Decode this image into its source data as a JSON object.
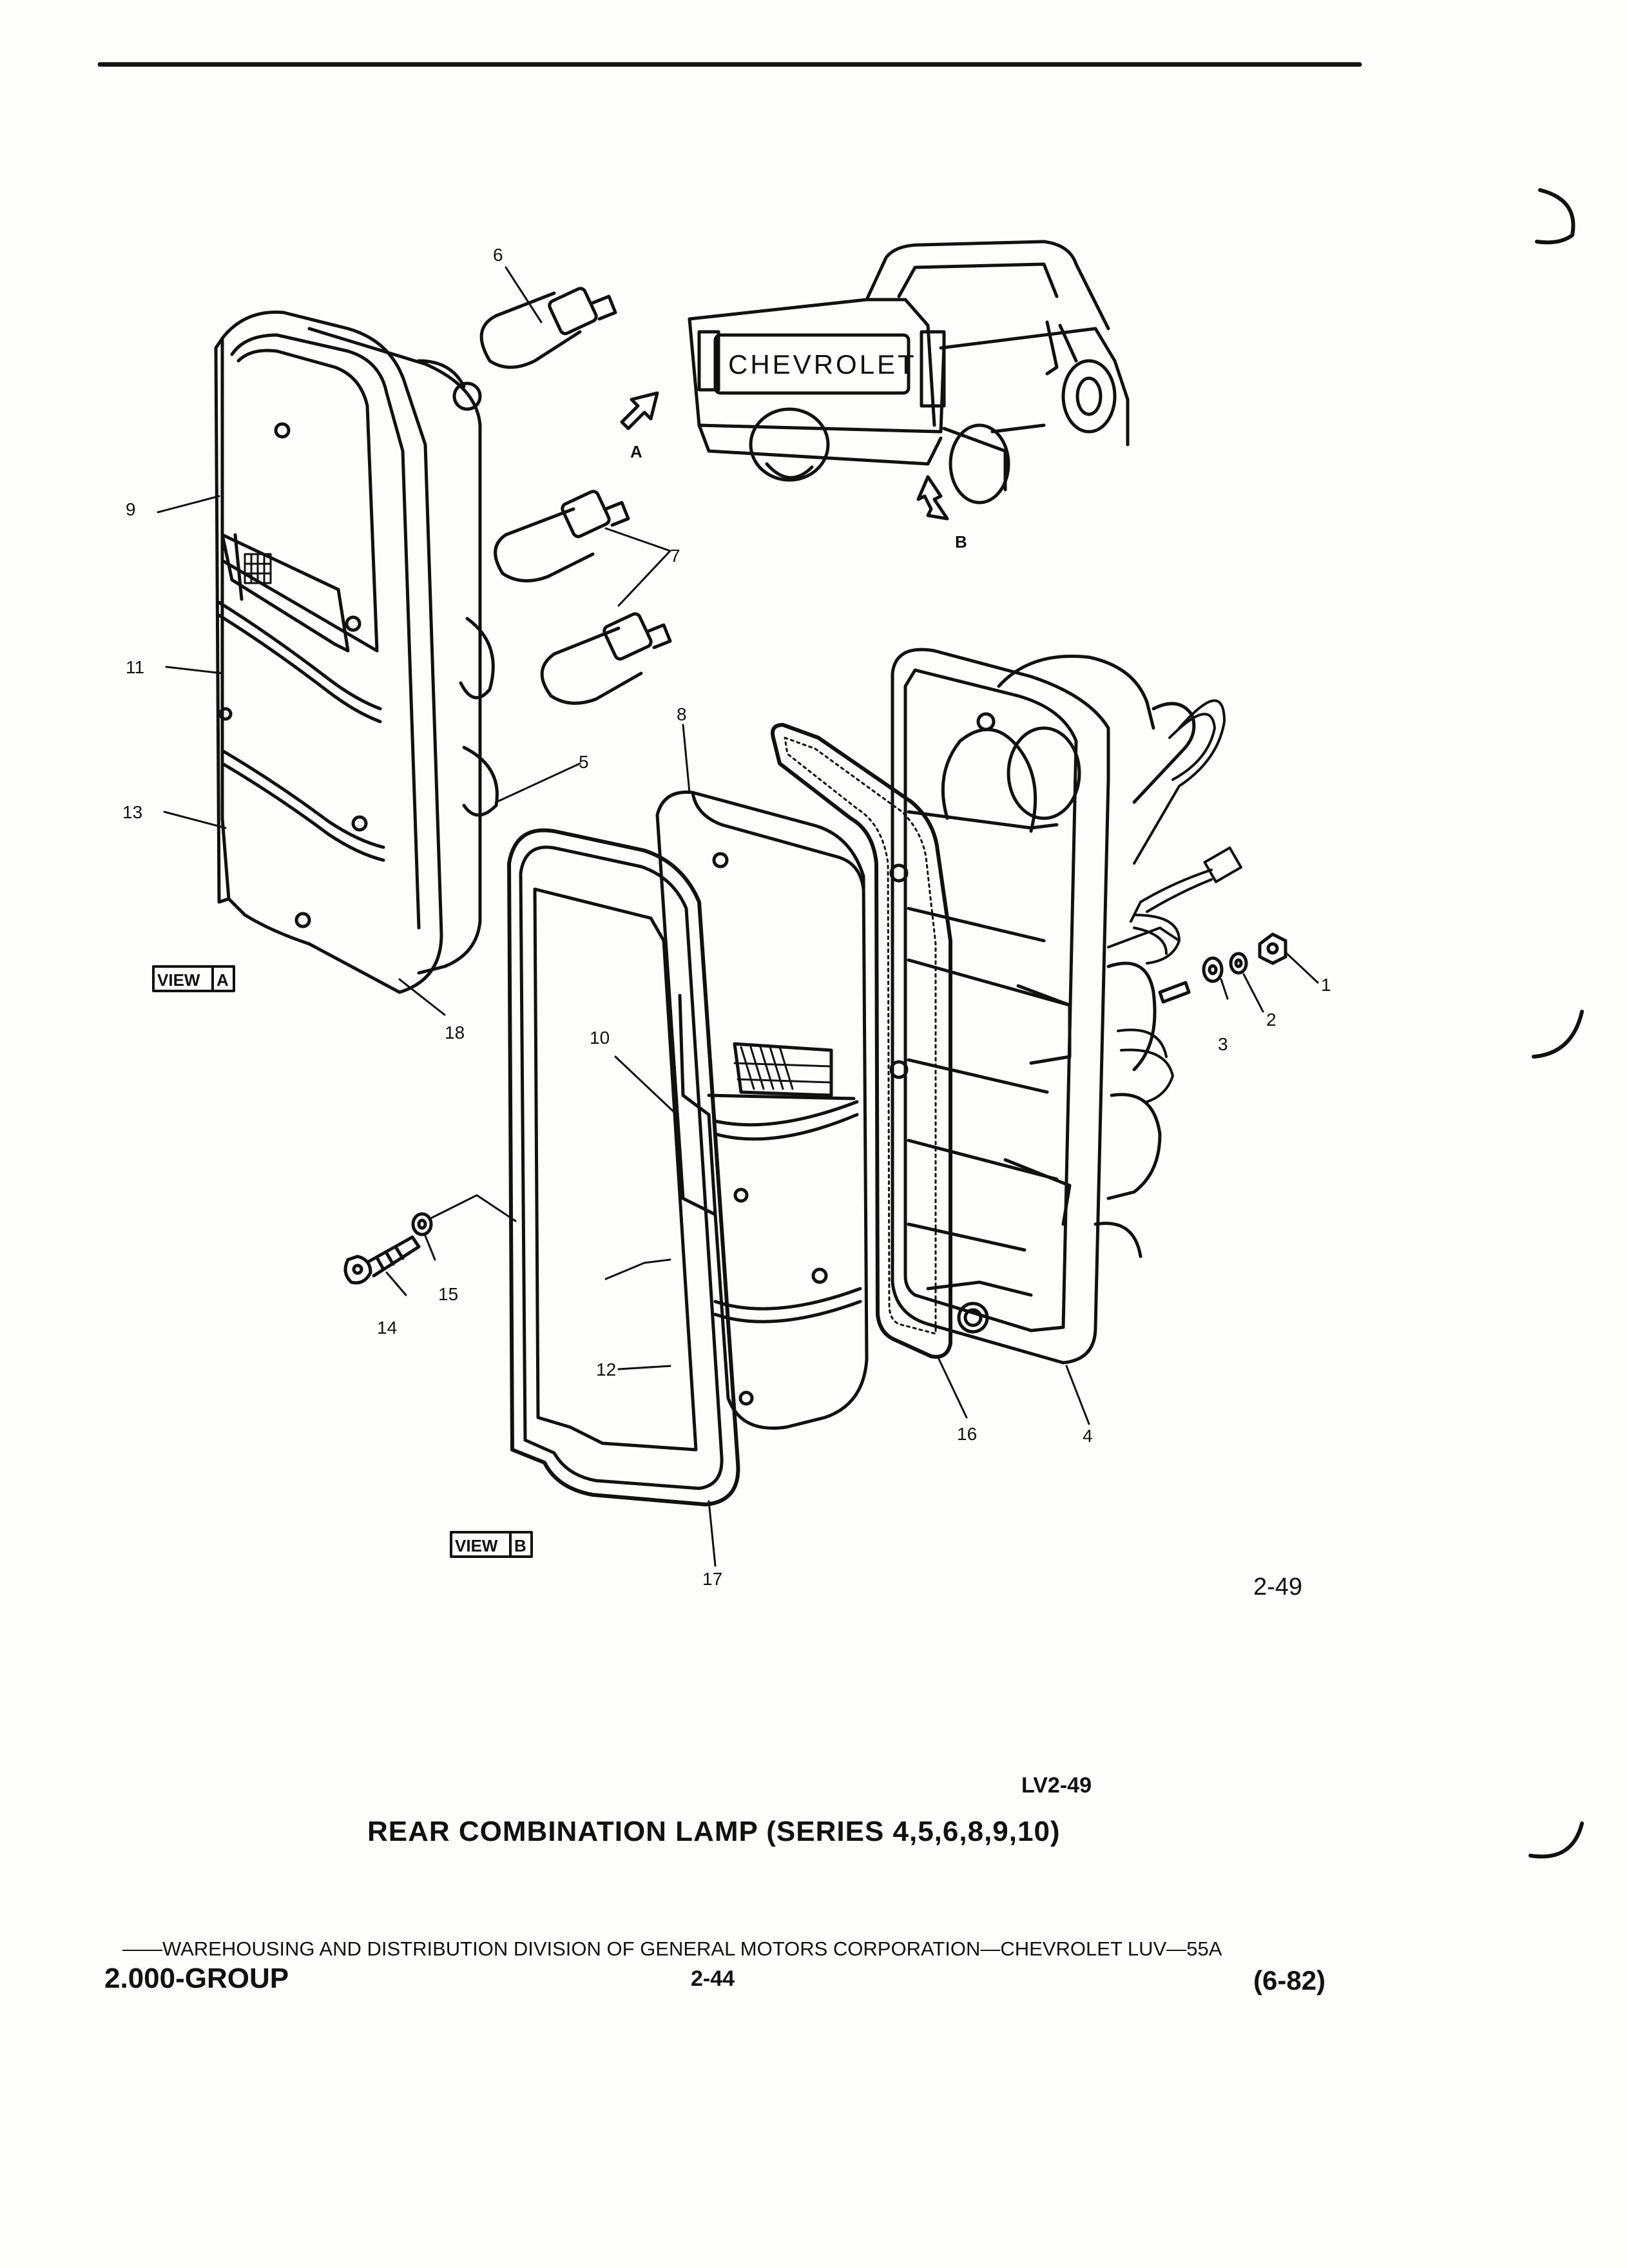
{
  "callouts": [
    "1",
    "2",
    "3",
    "4",
    "5",
    "6",
    "7",
    "8",
    "9",
    "10",
    "11",
    "12",
    "13",
    "14",
    "15",
    "16",
    "17",
    "18"
  ],
  "view_labels": {
    "a": "A",
    "b": "B"
  },
  "view_tags": {
    "word": "VIEW",
    "a": "A",
    "b": "B"
  },
  "tailgate_text": "CHEVROLET",
  "figure_number": "2-49",
  "illustration_code": "LV2-49",
  "caption": "REAR COMBINATION LAMP (SERIES 4,5,6,8,9,10)",
  "footer": {
    "division_line": "——WAREHOUSING AND DISTRIBUTION  DIVISION OF GENERAL MOTORS CORPORATION—CHEVROLET LUV—55A",
    "group": "2.000-GROUP",
    "page": "2-44",
    "date": "(6-82)"
  }
}
